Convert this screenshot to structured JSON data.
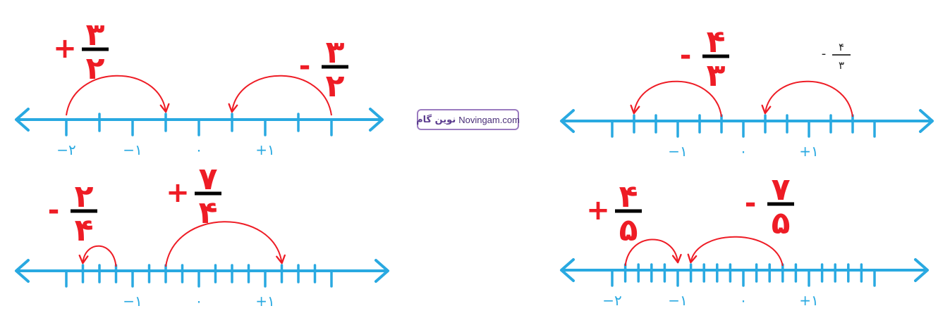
{
  "watermark": {
    "text_fa": "نوین گام",
    "text_en": "Novingam.com"
  },
  "colors": {
    "axis": "#29a9e1",
    "arrow": "#ee1c25",
    "numerator": "#ee1c25",
    "bar": "#000000",
    "watermark": "#9b7bc0"
  },
  "diagrams": [
    {
      "id": "top-left",
      "tick_labels": [
        {
          "value": -2,
          "text": "−۲"
        },
        {
          "value": -1,
          "text": "−۱"
        },
        {
          "value": 0,
          "text": "۰"
        },
        {
          "value": 1,
          "text": "+۱"
        }
      ],
      "jumps": [
        {
          "sign": "+",
          "numerator": "۳",
          "denominator": "۲"
        },
        {
          "sign": "-",
          "numerator": "۳",
          "denominator": "۲"
        }
      ]
    },
    {
      "id": "top-right",
      "tick_labels": [
        {
          "value": -1,
          "text": "−۱"
        },
        {
          "value": 0,
          "text": "۰"
        },
        {
          "value": 1,
          "text": "+۱"
        }
      ],
      "jumps": [
        {
          "sign": "-",
          "numerator": "۴",
          "denominator": "۳"
        },
        {
          "sign": "-",
          "numerator": "۴",
          "denominator": "۳",
          "small": true
        }
      ]
    },
    {
      "id": "bottom-left",
      "tick_labels": [
        {
          "value": -1,
          "text": "−۱"
        },
        {
          "value": 0,
          "text": "۰"
        },
        {
          "value": 1,
          "text": "+۱"
        }
      ],
      "jumps": [
        {
          "sign": "-",
          "numerator": "۲",
          "denominator": "۴"
        },
        {
          "sign": "+",
          "numerator": "۷",
          "denominator": "۴"
        }
      ]
    },
    {
      "id": "bottom-right",
      "tick_labels": [
        {
          "value": -2,
          "text": "−۲"
        },
        {
          "value": -1,
          "text": "−۱"
        },
        {
          "value": 0,
          "text": "۰"
        },
        {
          "value": 1,
          "text": "+۱"
        }
      ],
      "jumps": [
        {
          "sign": "+",
          "numerator": "۴",
          "denominator": "۵"
        },
        {
          "sign": "-",
          "numerator": "۷",
          "denominator": "۵"
        }
      ]
    }
  ]
}
